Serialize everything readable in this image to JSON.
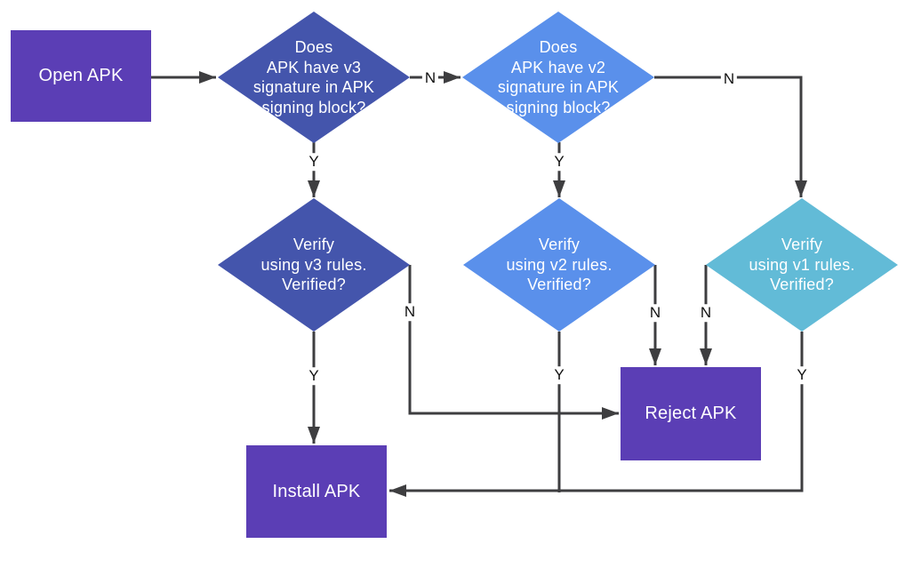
{
  "title": "APK signature verification flowchart",
  "colors": {
    "purple": "#5B3EB5",
    "indigo": "#4455AC",
    "blue": "#5A90EB",
    "teal": "#62BBD7",
    "line": "#3E3E40",
    "edge_label_text": "#111111",
    "node_text": "#FFFFFF",
    "background": "#FFFFFF"
  },
  "nodes": {
    "open_apk": {
      "label": "Open APK",
      "shape": "rect"
    },
    "v3_question": {
      "label": "Does\nAPK have v3\nsignature in APK\nsigning block?",
      "shape": "diamond"
    },
    "v2_question": {
      "label": "Does\nAPK have v2\nsignature in APK\nsigning block?",
      "shape": "diamond"
    },
    "v3_verify": {
      "label": "Verify\nusing v3 rules.\nVerified?",
      "shape": "diamond"
    },
    "v2_verify": {
      "label": "Verify\nusing v2 rules.\nVerified?",
      "shape": "diamond"
    },
    "v1_verify": {
      "label": "Verify\nusing v1 rules.\nVerified?",
      "shape": "diamond"
    },
    "install_apk": {
      "label": "Install APK",
      "shape": "rect"
    },
    "reject_apk": {
      "label": "Reject APK",
      "shape": "rect"
    }
  },
  "edges": [
    {
      "from": "open_apk",
      "to": "v3_question",
      "label": ""
    },
    {
      "from": "v3_question",
      "to": "v2_question",
      "label": "N"
    },
    {
      "from": "v3_question",
      "to": "v3_verify",
      "label": "Y"
    },
    {
      "from": "v2_question",
      "to": "v1_verify",
      "label": "N"
    },
    {
      "from": "v2_question",
      "to": "v2_verify",
      "label": "Y"
    },
    {
      "from": "v3_verify",
      "to": "install_apk",
      "label": "Y"
    },
    {
      "from": "v3_verify",
      "to": "reject_apk",
      "label": "N"
    },
    {
      "from": "v2_verify",
      "to": "install_apk",
      "label": "Y"
    },
    {
      "from": "v2_verify",
      "to": "reject_apk",
      "label": "N"
    },
    {
      "from": "v1_verify",
      "to": "reject_apk",
      "label": "N"
    },
    {
      "from": "v1_verify",
      "to": "install_apk",
      "label": "Y"
    }
  ]
}
